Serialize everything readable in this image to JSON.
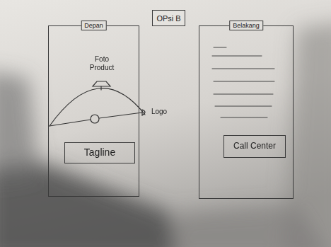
{
  "diagram": {
    "nodes": [
      {
        "text": [
          "Depan"
        ]
      },
      {
        "text": [
          "Tagline"
        ],
        "in": 0
      },
      {
        "text": [
          "OPsi B"
        ]
      },
      {
        "text": [
          "Belakang"
        ]
      },
      {
        "text": [
          "Call Center"
        ],
        "in": 3
      }
    ],
    "labels": [
      "Foto Product",
      "Logo"
    ]
  }
}
